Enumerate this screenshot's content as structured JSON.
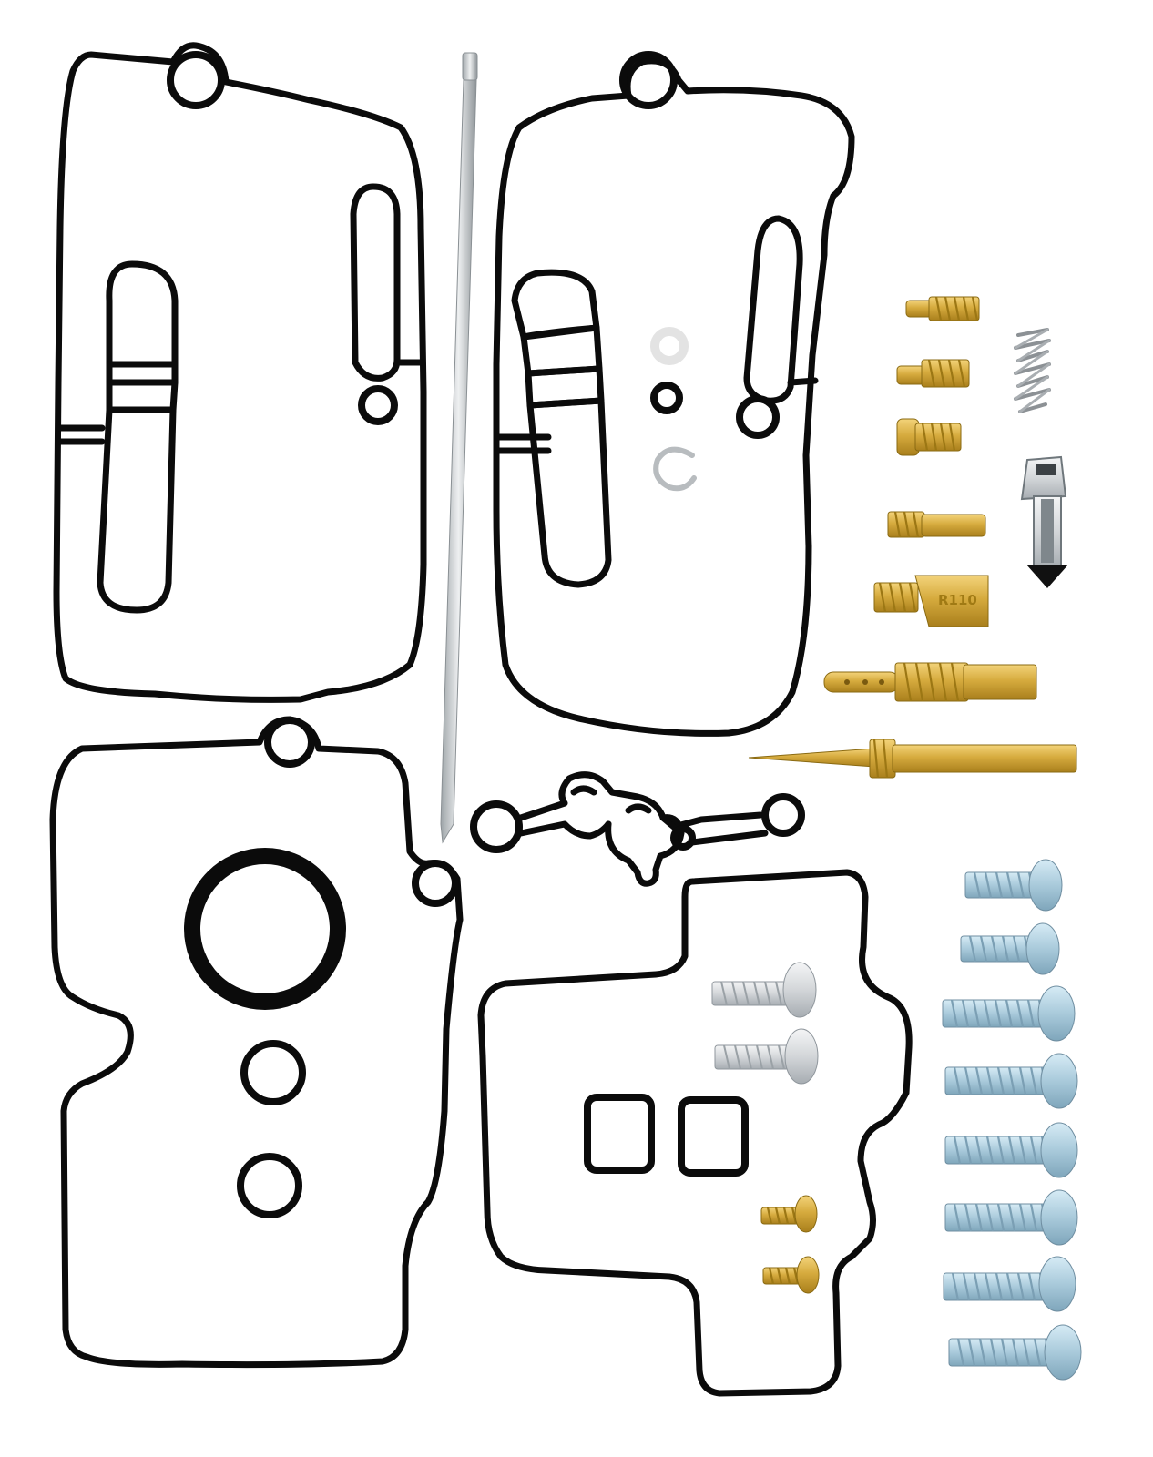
{
  "jet_stamp": "R110",
  "parts": {
    "gaskets": [
      "float-bowl-gasket-top-left",
      "float-bowl-gasket-top-right",
      "float-bowl-gasket-bottom-left",
      "float-bowl-gasket-bottom-right",
      "small-manifold-gasket"
    ],
    "jets": [
      "pilot-screw-1",
      "pilot-screw-2",
      "main-jet",
      "idle-jet",
      "leak-jet",
      "emulsion-tube",
      "jet-needle"
    ],
    "screws_blue": 8,
    "screws_silver": 2,
    "screws_brass": 2
  },
  "colors": {
    "gasket": "#0b0b0b",
    "brass": "#d1a83a",
    "blue_screw": "#a9cadb",
    "silver_screw": "#d8dadc",
    "background": "#ffffff"
  }
}
